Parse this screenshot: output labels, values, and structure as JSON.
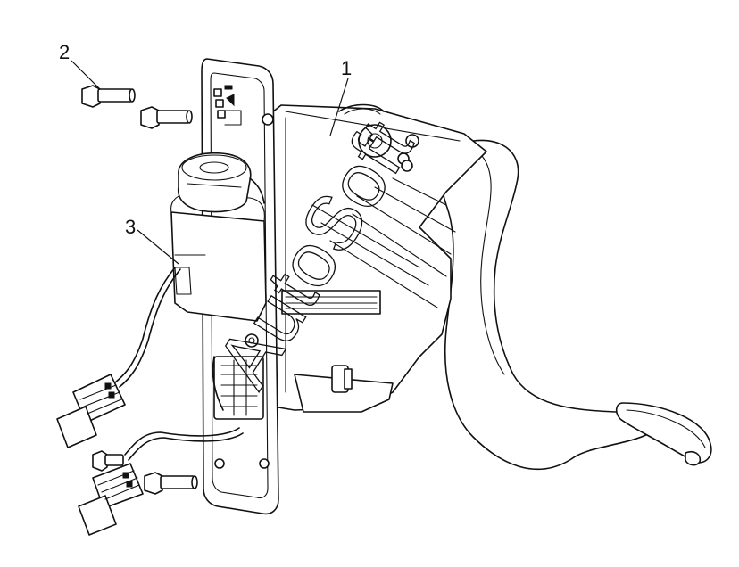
{
  "callouts": [
    {
      "id": "1",
      "label": "1"
    },
    {
      "id": "2",
      "label": "2"
    },
    {
      "id": "3",
      "label": "3"
    }
  ],
  "watermark": "AutoSoft"
}
